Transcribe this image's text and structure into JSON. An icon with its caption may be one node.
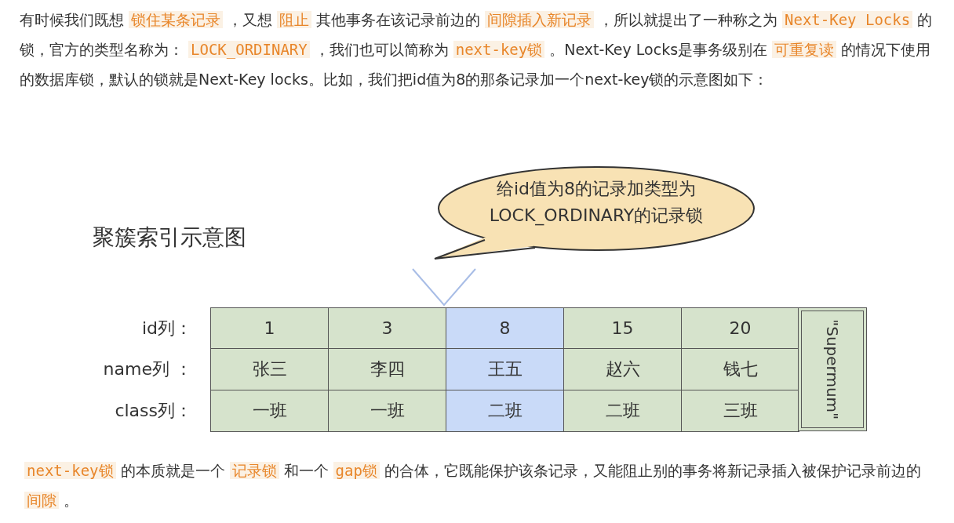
{
  "diagram": {
    "nodes": [
      {
        "text": [
          "给id值为8的记录加类型为LOCK_ORDINARY的记录锁"
        ]
      }
    ],
    "labels": [
      "有时候我们既想**锁住某条记录**，又想**阻止**其他事务在该记录前边的**间隙插入新记录**，所以就提出了一种称之为**Next-Key Locks**的锁，官方的类型名称为：**LOCK_ORDINARY**，我们也可以简称为**next-key锁**。Next-Key Locks是事务级别在**可重复读**的情况下使用的数据库锁，默认的锁就是Next-Key locks。比如，我们把id值为8的那条记录加一个next-key锁的示意图如下：",
      "聚簇索引示意图",
      "id列：",
      "1",
      "3",
      "8",
      "15",
      "20",
      "\"Supermum\"",
      "name列 ：",
      "张三",
      "李四",
      "王五",
      "赵六",
      "钱七",
      "class列：",
      "一班",
      "一班",
      "二班",
      "二班",
      "三班",
      "**next-key锁**的本质就是一个**记录锁**和一个**gap锁**的合体，它既能保护该条记录，又能阻止别的事务将新记录插入被保护记录前边的**间隙**。"
    ]
  }
}
